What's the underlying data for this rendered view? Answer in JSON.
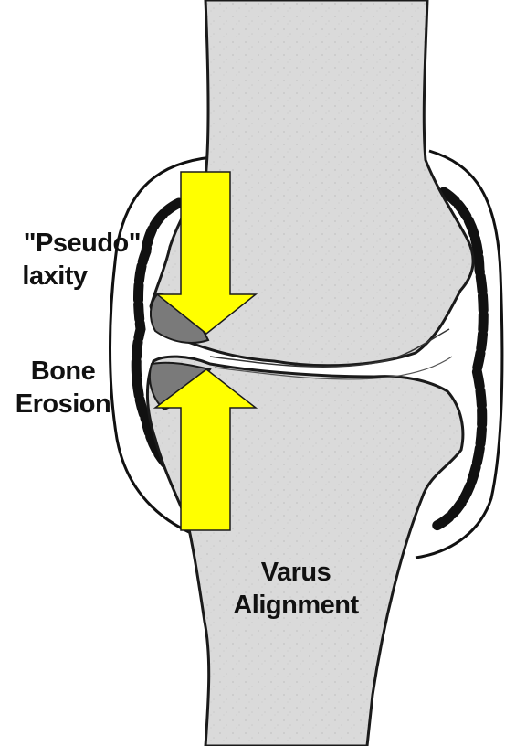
{
  "labels": {
    "pseudo_line1": "\"Pseudo\"",
    "pseudo_line2": "laxity",
    "bone_line1": "Bone",
    "bone_line2": "Erosion",
    "varus_line1": "Varus",
    "varus_line2": "Alignment"
  },
  "colors": {
    "bone_fill": "#dadada",
    "bone_outline": "#1a1a1a",
    "erosion_fill": "#7a7a7a",
    "arrow_fill": "#ffff00",
    "capsule_stroke": "#111111"
  },
  "icons": {
    "down_arrow": "down-arrow-icon",
    "up_arrow": "up-arrow-icon"
  }
}
